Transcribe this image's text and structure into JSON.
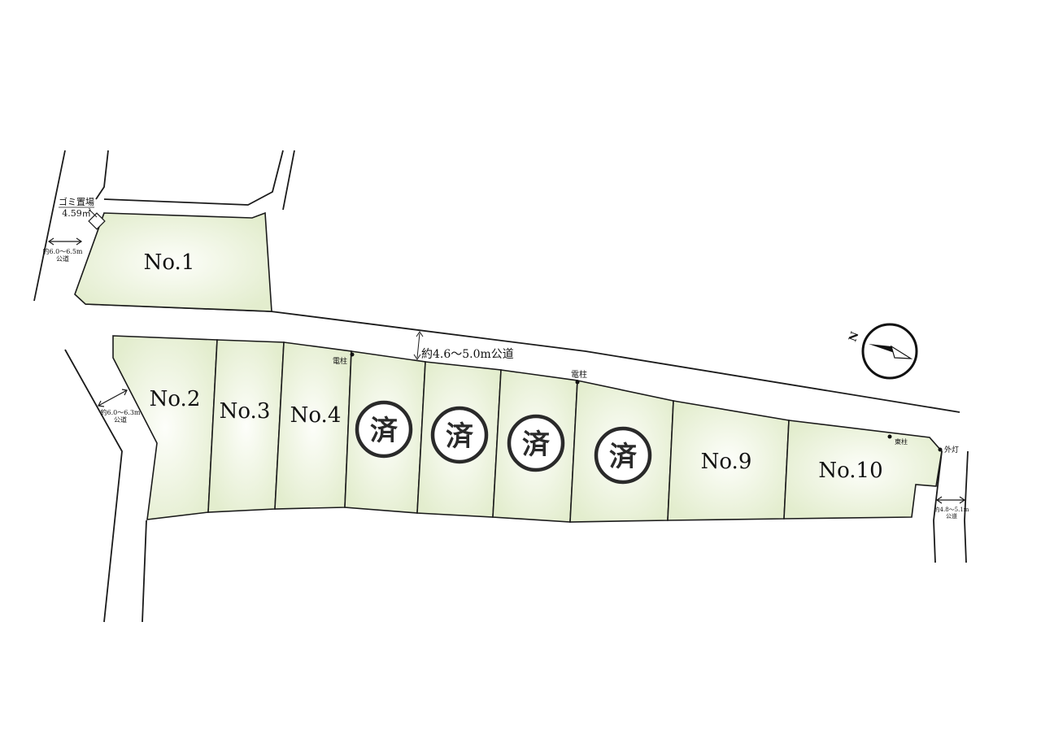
{
  "lots": [
    {
      "id": "no1",
      "label": "No.1"
    },
    {
      "id": "no2",
      "label": "No.2"
    },
    {
      "id": "no3",
      "label": "No.3"
    },
    {
      "id": "no4",
      "label": "No.4"
    },
    {
      "id": "no5",
      "label": "",
      "sold": true
    },
    {
      "id": "no6",
      "label": "",
      "sold": true
    },
    {
      "id": "no7",
      "label": "",
      "sold": true
    },
    {
      "id": "no8",
      "label": "",
      "sold": true
    },
    {
      "id": "no9",
      "label": "No.9"
    },
    {
      "id": "no10",
      "label": "No.10"
    }
  ],
  "sold_mark": "済",
  "roads": {
    "main": {
      "label": "約4.6～5.0m公道"
    },
    "west_top": {
      "width": "約6.0～6.5m",
      "type": "公道"
    },
    "west_bottom": {
      "width": "約6.0～6.3m",
      "type": "公道"
    },
    "east": {
      "width": "約4.8～5.1m",
      "type": "公道"
    }
  },
  "facilities": {
    "garbage": {
      "name": "ゴミ置場",
      "area": "4.59㎡"
    },
    "pole1": "電柱",
    "pole2": "電柱",
    "pole3": "東柱",
    "streetlight": "外灯"
  },
  "compass": {
    "north_label": "N"
  },
  "colors": {
    "lot_fill": "#e6efd4",
    "lot_center": "#fbfdf6",
    "line": "#1a1a1a"
  }
}
